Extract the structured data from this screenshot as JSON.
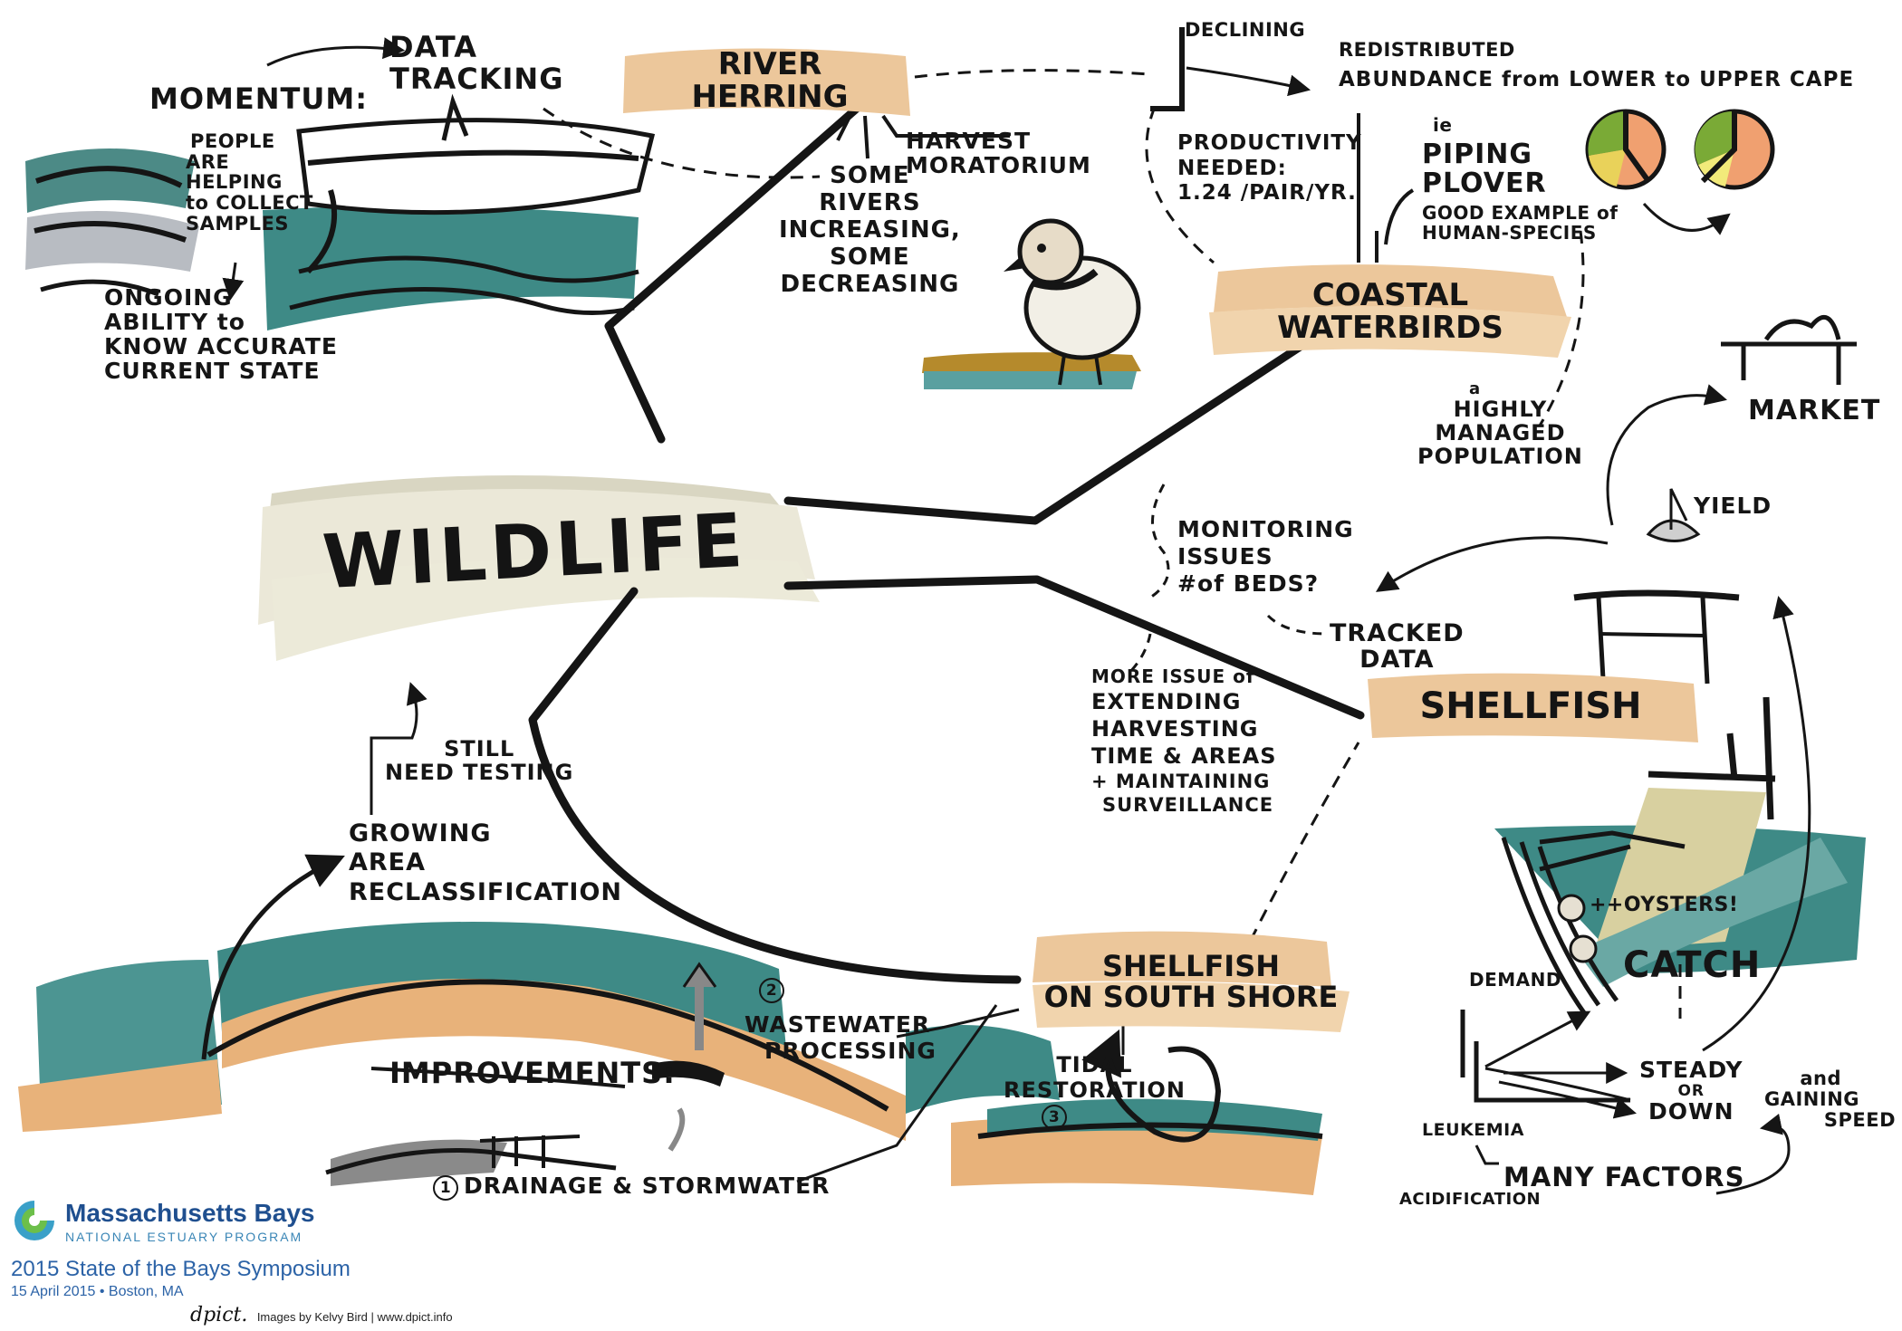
{
  "diagram": {
    "center": "WILDLIFE",
    "momentum": {
      "heading": "MOMENTUM:",
      "data_tracking": [
        "DATA",
        "TRACKING"
      ],
      "people_helping": [
        "PEOPLE",
        "ARE",
        "HELPING",
        "to COLLECT",
        "SAMPLES"
      ],
      "ongoing_ability": [
        "ONGOING",
        "ABILITY to",
        "KNOW ACCURATE",
        "CURRENT STATE"
      ]
    },
    "river_herring": {
      "title": "RIVER HERRING",
      "harvest": [
        "HARVEST",
        "MORATORIUM"
      ],
      "rivers": [
        "SOME",
        "RIVERS",
        "INCREASING,",
        "SOME",
        "DECREASING"
      ],
      "declining": "DECLINING"
    },
    "coastal_waterbirds": {
      "title": "COASTAL WATERBIRDS",
      "redistributed": "REDISTRIBUTED",
      "abundance": "ABUNDANCE from LOWER to UPPER CAPE",
      "productivity": [
        "PRODUCTIVITY",
        "NEEDED:",
        "1.24 /PAIR/YR."
      ],
      "piping_ie": "ie",
      "piping": [
        "PIPING",
        "PLOVER"
      ],
      "good_example": [
        "GOOD EXAMPLE of",
        "HUMAN-SPECIES"
      ],
      "managed_a": "a",
      "managed": [
        "HIGHLY",
        "MANAGED",
        "POPULATION"
      ]
    },
    "shellfish": {
      "title": "SHELLFISH",
      "market": "MARKET",
      "yield": "YIELD",
      "monitoring": [
        "MONITORING",
        "ISSUES",
        "#of BEDS?"
      ],
      "tracked": [
        "TRACKED",
        "DATA"
      ],
      "more_issue": [
        "MORE ISSUE of",
        "EXTENDING",
        "HARVESTING",
        "TIME & AREAS",
        "+ MAINTAINING",
        "SURVEILLANCE"
      ],
      "oysters": "++OYSTERS!",
      "catch": "CATCH",
      "demand": "DEMAND",
      "steady": [
        "STEADY",
        "OR",
        "DOWN"
      ],
      "gaining": [
        "and",
        "GAINING",
        "SPEED"
      ],
      "leukemia": "LEUKEMIA",
      "many_factors": "MANY FACTORS",
      "acidification": "ACIDIFICATION"
    },
    "south_shore": {
      "title": [
        "SHELLFISH",
        "on SOUTH SHORE"
      ],
      "still_testing": [
        "STILL",
        "NEED TESTING"
      ],
      "growing": [
        "GROWING",
        "AREA",
        "RECLASSIFICATION"
      ],
      "improvements": "IMPROVEMENTS:",
      "num1": "1",
      "drainage": "DRAINAGE & STORMWATER",
      "num2": "2",
      "wastewater": [
        "WASTEWATER",
        "PROCESSING"
      ],
      "num3": "3",
      "tidal": [
        "TIDAL",
        "RESTORATION"
      ]
    }
  },
  "footer": {
    "org_name": "Massachusetts Bays",
    "program": "NATIONAL ESTUARY PROGRAM",
    "event": "2015 State of the Bays Symposium",
    "date_place": "15 April 2015 • Boston, MA",
    "signature": "dpict.",
    "credit": "Images by Kelvy Bird | www.dpict.info"
  },
  "colors": {
    "ink": "#151515",
    "teal": "#3e8a86",
    "sand": "#e8b27a",
    "banner": "#ecc79b",
    "wildlife_banner": "#ebe8d8",
    "logo_blue": "#1f4f8f"
  }
}
